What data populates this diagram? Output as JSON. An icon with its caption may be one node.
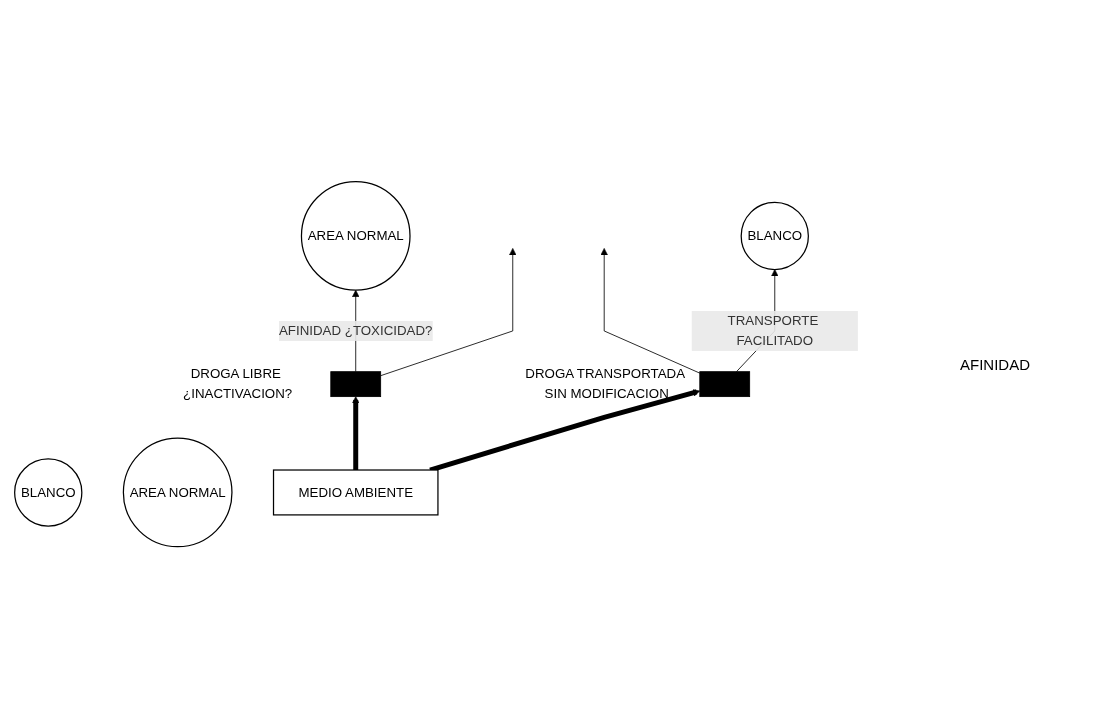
{
  "diagram": {
    "nodes": [
      {
        "text": [
          "AREA NORMAL"
        ]
      },
      {
        "text": [
          "BLANCO"
        ]
      },
      {
        "text": [
          "AREA NORMAL"
        ]
      },
      {
        "text": [
          "BLANCO"
        ]
      },
      {
        "text": [],
        "shape": "box",
        "beside": [
          "DROGA LIBRE ¿INACTIVACION?"
        ]
      },
      {
        "text": [],
        "shape": "box",
        "beside": [
          "DROGA TRANSPORTADA SIN MODIFICACION"
        ]
      },
      {
        "text": [
          "MEDIO AMBIENTE"
        ]
      }
    ],
    "edges": [
      {
        "from": 6,
        "to": 4,
        "arrow": "to",
        "style": "thick"
      },
      {
        "from": 6,
        "to": 5,
        "arrow": "to",
        "style": "thick"
      },
      {
        "from": 4,
        "to": 0,
        "arrow": "to",
        "label": "AFINIDAD ¿TOXICIDAD?"
      },
      {
        "from": 4,
        "to": null,
        "arrow": "to"
      },
      {
        "from": 5,
        "to": null,
        "arrow": "to"
      },
      {
        "from": 5,
        "to": 3,
        "arrow": "to",
        "label": "TRANSPORTE FACILITADO"
      }
    ],
    "labels": [
      "AFINIDAD"
    ]
  }
}
